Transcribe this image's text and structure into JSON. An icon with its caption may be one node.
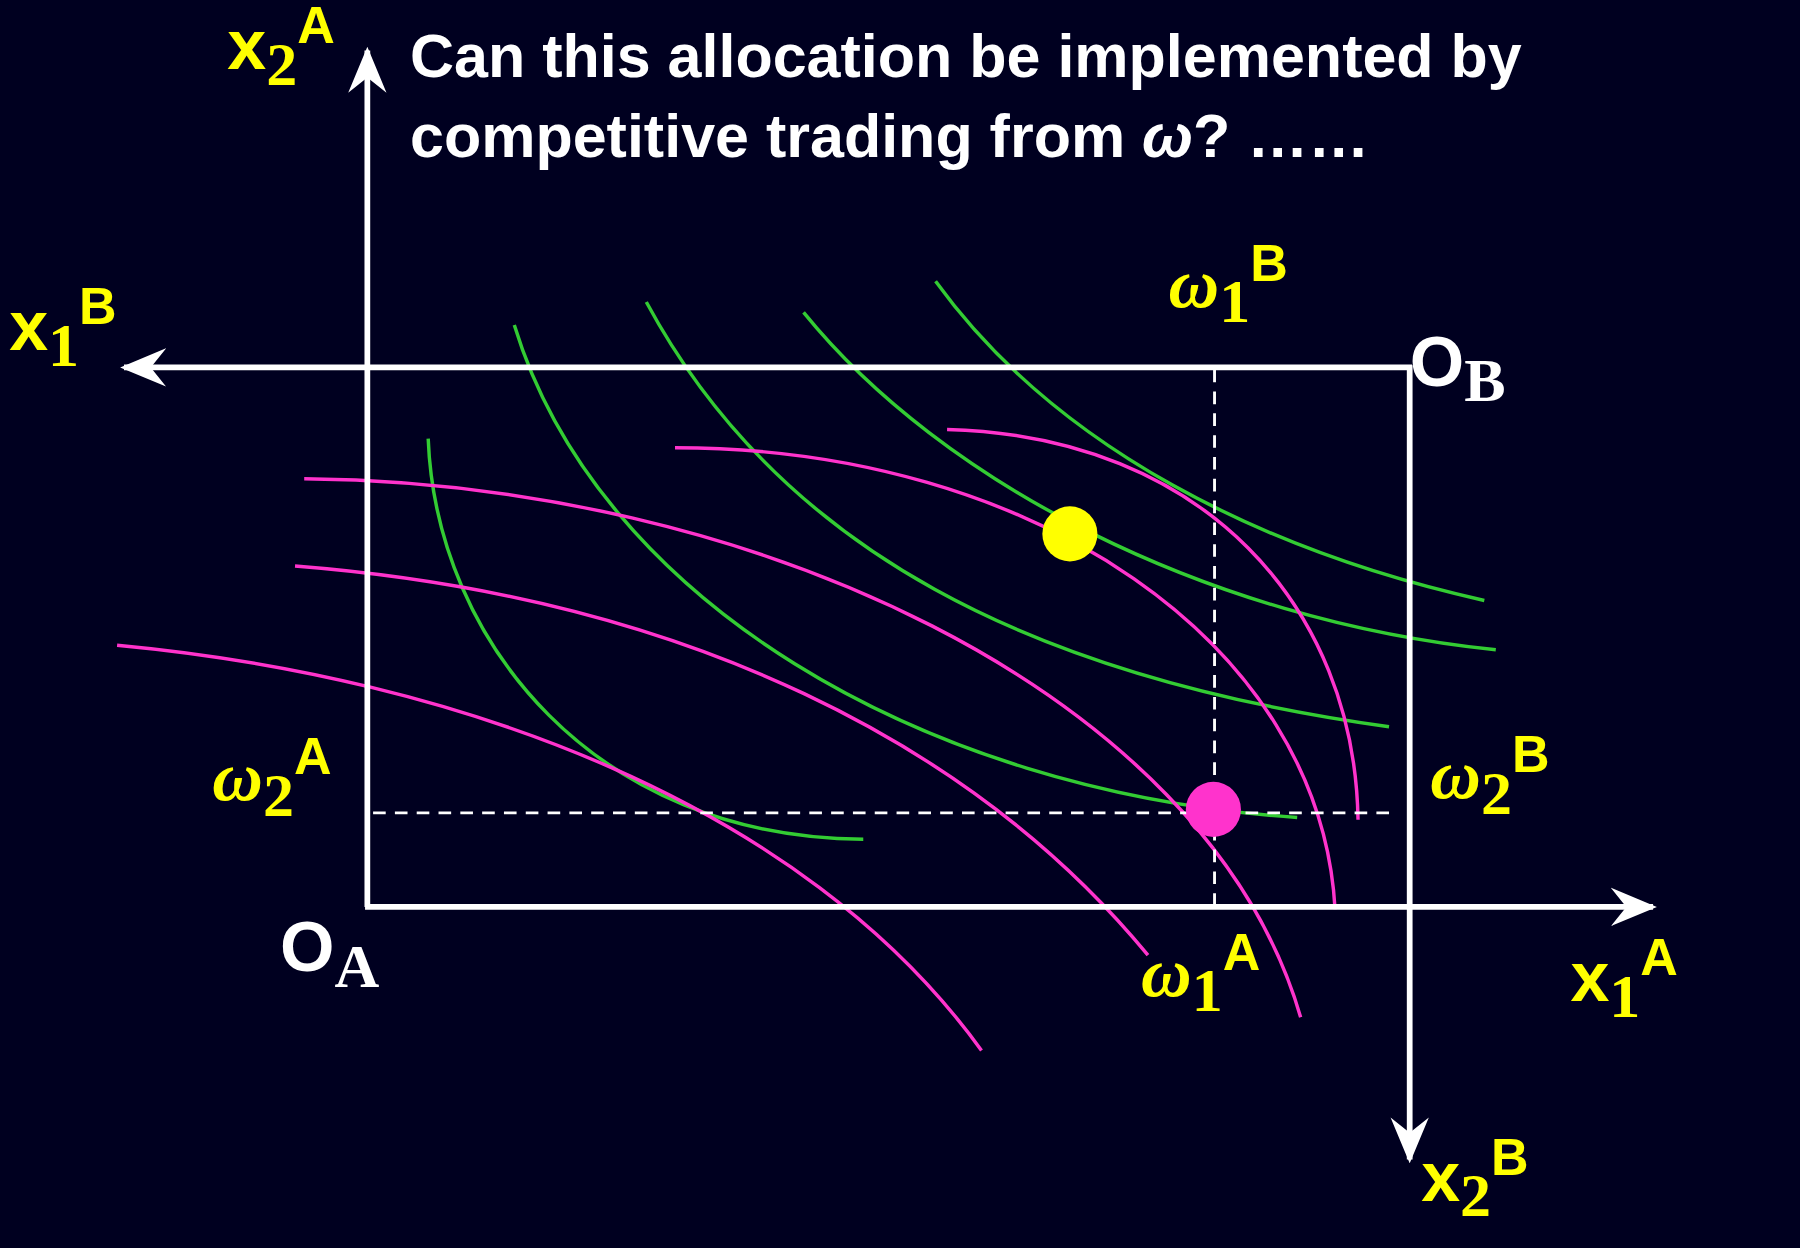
{
  "diagram": {
    "title": "Can this allocation be implemented by competitive trading from *ω*?  ……",
    "nodes": [
      {
        "text": [],
        "shape": "circle"
      },
      {
        "text": [],
        "shape": "circle"
      }
    ],
    "edges": [],
    "labels": [
      "x$_{2}$$^{A}$",
      "x$_{1}$$^{B}$",
      "ω$_{1}$$^{B}$",
      "O$_{B}$",
      "ω$_{2}$$^{A}$",
      "ω$_{2}$$^{B}$",
      "O$_{A}$",
      "ω$_{1}$$^{A}$",
      "x$_{1}$$^{A}$",
      "x$_{2}$$^{B}$"
    ]
  }
}
